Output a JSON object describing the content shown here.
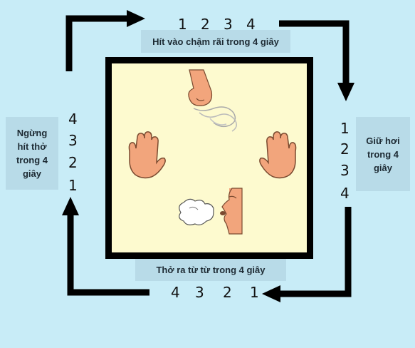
{
  "labels": {
    "top": "Hít vào chậm rãi trong 4 giây",
    "right": "Giữ hơi trong 4 giây",
    "bottom": "Thở ra từ từ trong 4 giây",
    "left": "Ngừng hít thở trong 4 giây"
  },
  "counts": {
    "top": [
      "1",
      "2",
      "3",
      "4"
    ],
    "right": [
      "1",
      "2",
      "3",
      "4"
    ],
    "bottom": [
      "4",
      "3",
      "2",
      "1"
    ],
    "left": [
      "4",
      "3",
      "2",
      "1"
    ]
  },
  "colors": {
    "background": "#c8ecf7",
    "label_box": "#b8dbe8",
    "square_fill": "#fdfacf",
    "skin": "#f2a57c"
  },
  "icons": [
    "nose-icon",
    "left-hand-icon",
    "right-hand-icon",
    "exhale-face-icon"
  ]
}
